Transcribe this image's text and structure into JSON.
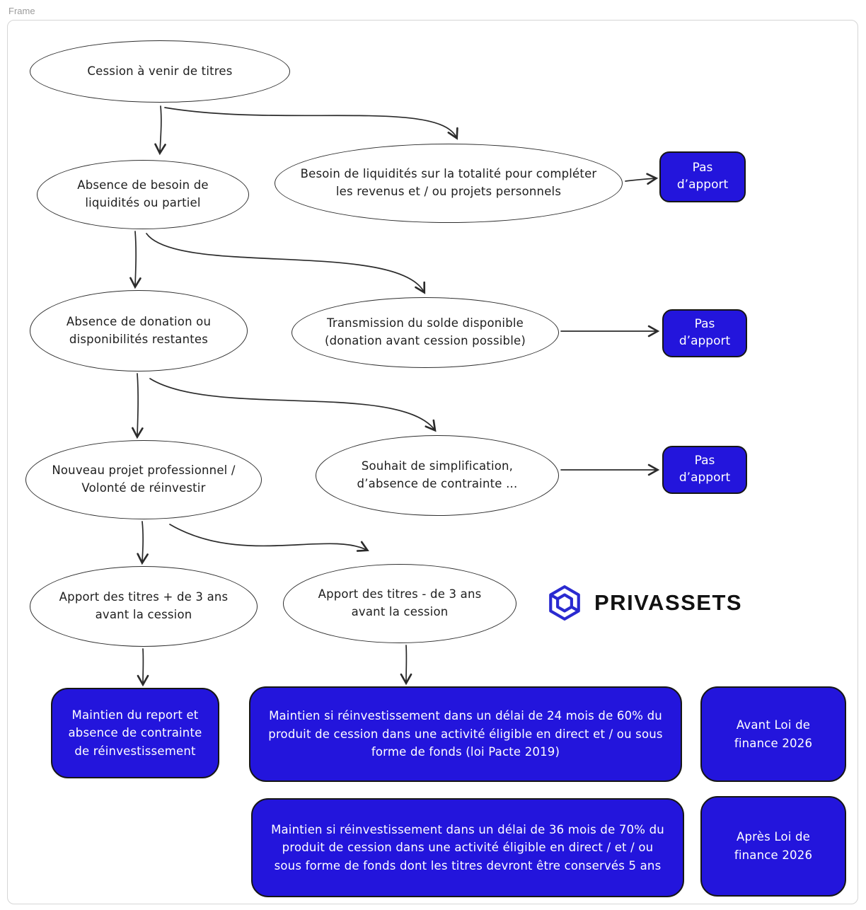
{
  "frame": {
    "label": "Frame"
  },
  "colors": {
    "accent": "#2315dc",
    "ink": "#2b2b2b",
    "frame-border": "#d5d5d5",
    "text-on-accent": "#ffffff"
  },
  "nodes": {
    "root": "Cession à venir de titres",
    "absence_besoin": "Absence de besoin de liquidités ou partiel",
    "besoin_totalite": "Besoin de liquidités sur la totalité pour compléter les revenus et / ou projets personnels",
    "absence_donation": "Absence de donation ou disponibilités restantes",
    "transmission_solde": "Transmission du solde disponible (donation avant cession possible)",
    "nouveau_projet": "Nouveau projet professionnel / Volonté de réinvestir",
    "souhait_simplification": "Souhait de simplification, d’absence de contrainte ...",
    "apport_plus_3ans": "Apport des titres + de 3 ans avant la cession",
    "apport_moins_3ans": "Apport des titres - de 3 ans avant la cession"
  },
  "outcomes": {
    "pas_apport_1": "Pas d’apport",
    "pas_apport_2": "Pas d’apport",
    "pas_apport_3": "Pas d’apport",
    "maintien_report": "Maintien du report et absence de contrainte de réinvestissement",
    "maintien_24_mois": "Maintien si réinvestissement dans un délai de 24 mois de 60% du produit de cession dans une activité éligible en direct et / ou sous forme de fonds (loi Pacte 2019)",
    "maintien_36_mois": "Maintien si réinvestissement dans un délai de 36 mois de 70% du produit de cession dans une activité éligible en direct / et / ou sous forme de fonds dont les titres devront être conservés 5 ans",
    "avant_loi": "Avant Loi de finance 2026",
    "apres_loi": "Après Loi de finance 2026"
  },
  "brand": {
    "name": "PRIVASSETS"
  }
}
